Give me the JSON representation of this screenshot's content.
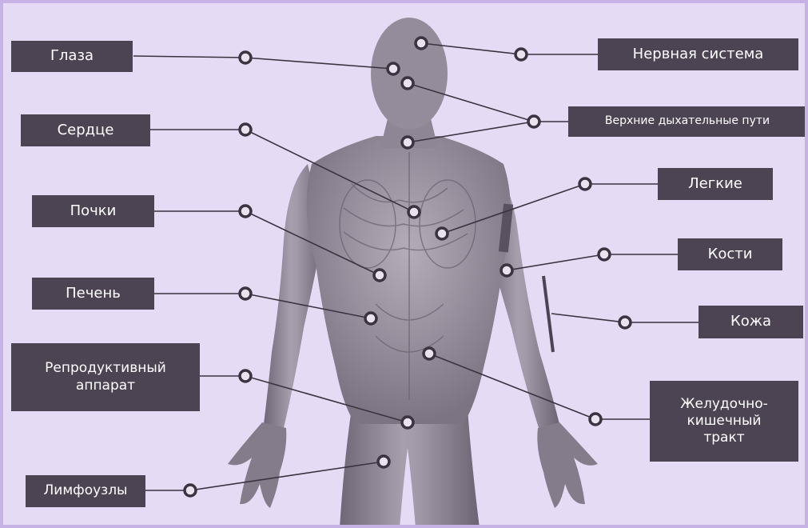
{
  "colors": {
    "background": "#e6dbf5",
    "border": "#c7b2e6",
    "label_bg": "#4d4453",
    "label_text": "#ffffff",
    "connector": "#3b3340",
    "body": "#8a8190"
  },
  "labels": {
    "eyes": "Глаза",
    "nervous_system": "Нервная система",
    "upper_airways": "Верхние дыхательные пути",
    "heart": "Сердце",
    "lungs": "Легкие",
    "kidneys": "Почки",
    "bones": "Кости",
    "liver": "Печень",
    "skin": "Кожа",
    "reproductive_line1": "Репродуктивный",
    "reproductive_line2": "аппарат",
    "gi_line1": "Желудочно-",
    "gi_line2": "кишечный",
    "gi_line3": "тракт",
    "lymph_nodes": "Лимфоузлы"
  }
}
